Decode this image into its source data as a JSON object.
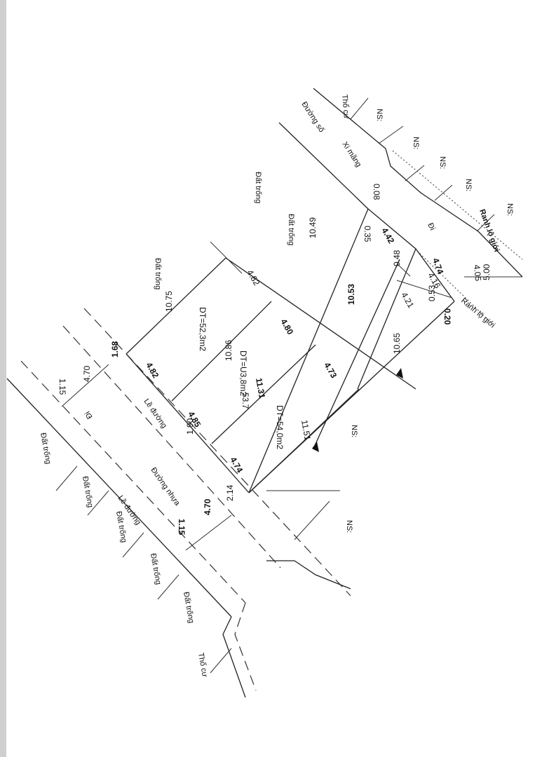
{
  "labels": {
    "tho_cu_top": "Thổ cư",
    "duong_so": "Đường số",
    "xi_mang": "Xi măng",
    "ns_1": "NS:",
    "ns_2": "NS:",
    "ns_3": "NS:",
    "ns_4": "NS:",
    "ns_5": "NS:",
    "ns_mid": "NS:",
    "ns_bottom": "NS:",
    "ranh_lo_gioi_1": "Ranh lộ giới",
    "ranh_lo_gioi_2": "Ranh lộ giới",
    "dat_trong_1": "Đất trống",
    "dat_trong_2": "Đất trống",
    "dat_trong_3": "Đất trống",
    "dat_trong_4": "Đất trống",
    "dat_trong_5": "Đất trống",
    "dat_trong_6": "Đất trống",
    "dat_trong_7": "Đất trống",
    "dat_trong_8": "Đất trống",
    "le_duong_1": "Lề đường",
    "le_duong_2": "Lề đường",
    "duong_nhua": "Đường nhựa",
    "tho_cu_bottom": "Thổ cư",
    "di_1": "Đi",
    "di_2": "Đi"
  },
  "areas": {
    "lot1": "DT=52,3m2",
    "lot2": "DT=U3,8m2",
    "lot2_extra": "53.7",
    "lot3": "DT=54,0m2"
  },
  "dims": {
    "d_0_08": "0.08",
    "d_0_35": "0.35",
    "d_4_42": "4.42",
    "d_4_74_top": "4.74",
    "d_4_16": "4.16",
    "d_4_05": "4.05",
    "d_5_00": "5.00",
    "d_4_21": "4.21",
    "d_0_20": "0.20",
    "d_0_48": "0.48",
    "d_0_53": "0.53",
    "d_10_49": "10.49",
    "d_10_53": "10.53",
    "d_10_65": "10.65",
    "d_10_75": "10.75",
    "d_4_82_top": "4.82",
    "d_4_80": "4.80",
    "d_4_73": "4.73",
    "d_10_86": "10.86",
    "d_11_31": "11.31",
    "d_11_51": "11.51",
    "d_1_68": "1.68",
    "d_4_82_bot": "4.82",
    "d_4_85": "4.85",
    "d_4_74_bot": "4.74",
    "d_1_90": "1.90",
    "d_2_14": "2.14",
    "d_1_15_left": "1.15",
    "d_4_70_left": "4.70",
    "d_1_15_bot": "1.15",
    "d_4_70_bot": "4.70"
  }
}
